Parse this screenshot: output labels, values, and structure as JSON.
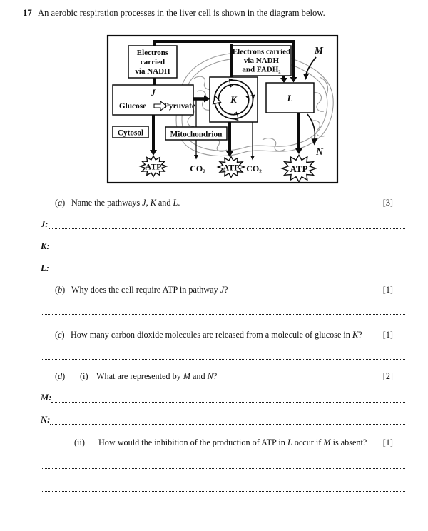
{
  "page": {
    "question_number": "17",
    "title": "An aerobic respiration processes in the liver cell is shown in the diagram below."
  },
  "diagram": {
    "electrons_nadh": {
      "line1": "Electrons",
      "line2": "carried",
      "line3": "via NADH"
    },
    "electrons_nadh_fadh": {
      "line1": "Electrons carried",
      "line2": "via NADH",
      "line3": "and FADH₂"
    },
    "pathway_j": "J",
    "pathway_k": "K",
    "pathway_l": "L",
    "glucose": "Glucose",
    "pyruvate": "Pyruvate",
    "cytosol": "Cytosol",
    "mitochondrion": "Mitochondrion",
    "atp": "ATP",
    "co2": "CO₂",
    "m": "M",
    "n": "N"
  },
  "questions": {
    "a": {
      "label": [
        {
          "t": "("
        },
        {
          "t": "a",
          "i": true
        },
        {
          "t": ")"
        }
      ],
      "text": [
        {
          "t": "Name the pathways "
        },
        {
          "t": "J",
          "i": true
        },
        {
          "t": ", "
        },
        {
          "t": "K",
          "i": true
        },
        {
          "t": " and "
        },
        {
          "t": "L",
          "i": true
        },
        {
          "t": "."
        }
      ],
      "marks": "[3]"
    },
    "b": {
      "label": [
        {
          "t": "("
        },
        {
          "t": "b",
          "i": true
        },
        {
          "t": ")"
        }
      ],
      "text": [
        {
          "t": "Why does the cell require ATP in pathway "
        },
        {
          "t": "J",
          "i": true
        },
        {
          "t": "?"
        }
      ],
      "marks": "[1]"
    },
    "c": {
      "label": [
        {
          "t": "("
        },
        {
          "t": "c",
          "i": true
        },
        {
          "t": ")"
        }
      ],
      "text": [
        {
          "t": "How many carbon dioxide molecules are released from a molecule of glucose in "
        },
        {
          "t": "K",
          "i": true
        },
        {
          "t": "?"
        }
      ],
      "marks": "[1]"
    },
    "d": {
      "label": [
        {
          "t": "("
        },
        {
          "t": "d",
          "i": true
        },
        {
          "t": ")"
        }
      ],
      "sub_i": "(i)",
      "text_i": [
        {
          "t": "What are represented by "
        },
        {
          "t": "M",
          "i": true
        },
        {
          "t": " and "
        },
        {
          "t": "N",
          "i": true
        },
        {
          "t": "?"
        }
      ],
      "marks_i": "[2]",
      "sub_ii": "(ii)",
      "text_ii": [
        {
          "t": "How would the inhibition of the production of ATP in "
        },
        {
          "t": "L",
          "i": true
        },
        {
          "t": " occur if "
        },
        {
          "t": "M",
          "i": true
        },
        {
          "t": " is absent?"
        }
      ],
      "marks_ii": "[1]"
    }
  },
  "answer_labels": {
    "j": "J:",
    "k": "K:",
    "l": "L:",
    "m": "M:",
    "n": "N:"
  }
}
